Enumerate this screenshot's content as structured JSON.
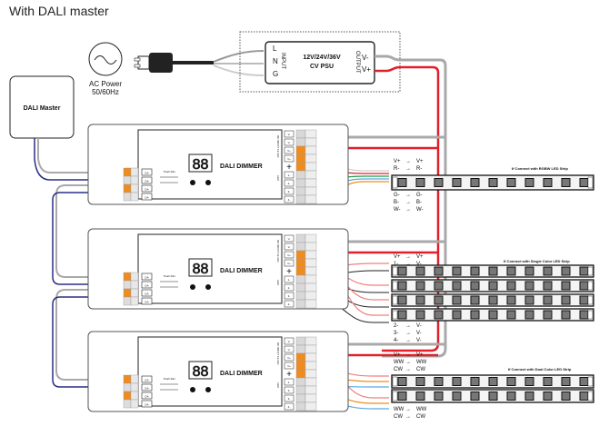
{
  "title": "With DALI master",
  "ac_power": {
    "label_line1": "AC Power",
    "label_line2": "50/60Hz",
    "icon": "sine-wave-icon"
  },
  "dali_master": {
    "label": "DALI Master"
  },
  "psu": {
    "name_line1": "12V/24V/36V",
    "name_line2": "CV PSU",
    "input_label": "INPUT",
    "output_label": "OUTPUT",
    "input_terminals": [
      "L",
      "N",
      "G"
    ],
    "output_terminals": [
      "V-",
      "V+"
    ]
  },
  "dimmer": {
    "label": "DALI DIMMER",
    "display": "88",
    "dc_input_label": "DC INPUT 12-36V",
    "led_label": "LED",
    "dali_terminals": [
      "DA",
      "DA",
      "DA",
      "DA"
    ],
    "power_terminals": [
      "V-",
      "V-",
      "V+",
      "V+"
    ],
    "led_terminals": [
      "+",
      "1-",
      "2-",
      "3-",
      "4-"
    ],
    "push_dim_label": "Push Dim"
  },
  "dimmers_count": 3,
  "rgbw": {
    "caption": "If Connect with RGBW LED Strip",
    "mapping_top": [
      [
        "V+",
        "V+"
      ],
      [
        "R-",
        "R-"
      ]
    ],
    "mapping_bottom": [
      [
        "G-",
        "G-"
      ],
      [
        "B-",
        "B-"
      ],
      [
        "W-",
        "W-"
      ]
    ]
  },
  "single": {
    "caption": "If Connect with Single Color LED Strip",
    "mapping_top": [
      [
        "V+",
        "V+"
      ],
      [
        "1-",
        "V-"
      ]
    ],
    "mapping_bottom": [
      [
        "2-",
        "V-"
      ],
      [
        "3-",
        "V-"
      ],
      [
        "4-",
        "V-"
      ]
    ]
  },
  "dual": {
    "caption": "If Connect with Dual Color LED Strip",
    "mapping_top": [
      [
        "V+",
        "V+"
      ],
      [
        "WW",
        "WW"
      ],
      [
        "CW",
        "CW"
      ]
    ],
    "mapping_bottom": [
      [
        "WW",
        "WW"
      ],
      [
        "CW",
        "CW"
      ]
    ]
  },
  "colors": {
    "red": "#e0202a",
    "gray": "#a9a9a9",
    "lightgray": "#cfcfcf",
    "navy": "#2a2f86",
    "orange": "#f08c1e",
    "green": "#1a9a4a",
    "blue": "#5aa8e0",
    "lightred": "#f08080"
  }
}
